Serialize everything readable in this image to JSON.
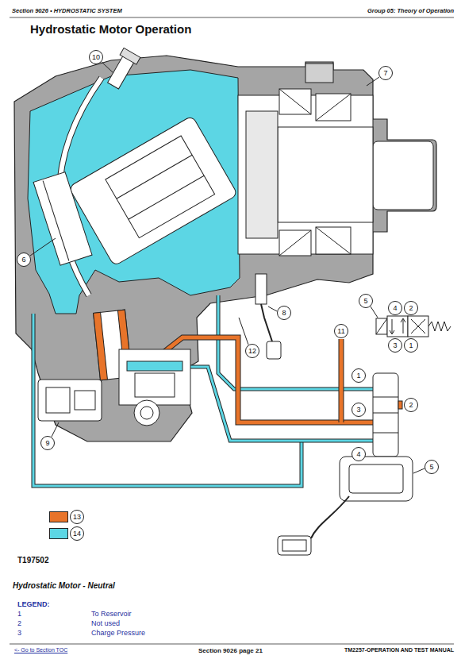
{
  "diagram": {
    "title": "Hydrostatic Motor Operation",
    "caption": "Hydrostatic Motor - Neutral",
    "labels": [
      "Section 9026 • HYDROSTATIC SYSTEM",
      "Group 05: Theory of Operation",
      "10",
      "7",
      "6",
      "8",
      "5",
      "4",
      "2",
      "3",
      "1",
      "11",
      "12",
      "1",
      "2",
      "3",
      "9",
      "4",
      "5",
      "T197502",
      "LEGEND:",
      "1",
      "To Reservoir",
      "2",
      "Not used",
      "3",
      "Charge Pressure",
      "<- Go to Section TOC",
      "Section 9026 page 21",
      "TM2257-OPERATION AND TEST MANUAL"
    ],
    "legend": [
      {
        "text": "13",
        "color": "#e8742a"
      },
      {
        "text": "14",
        "color": "#5cd6e4"
      }
    ]
  }
}
